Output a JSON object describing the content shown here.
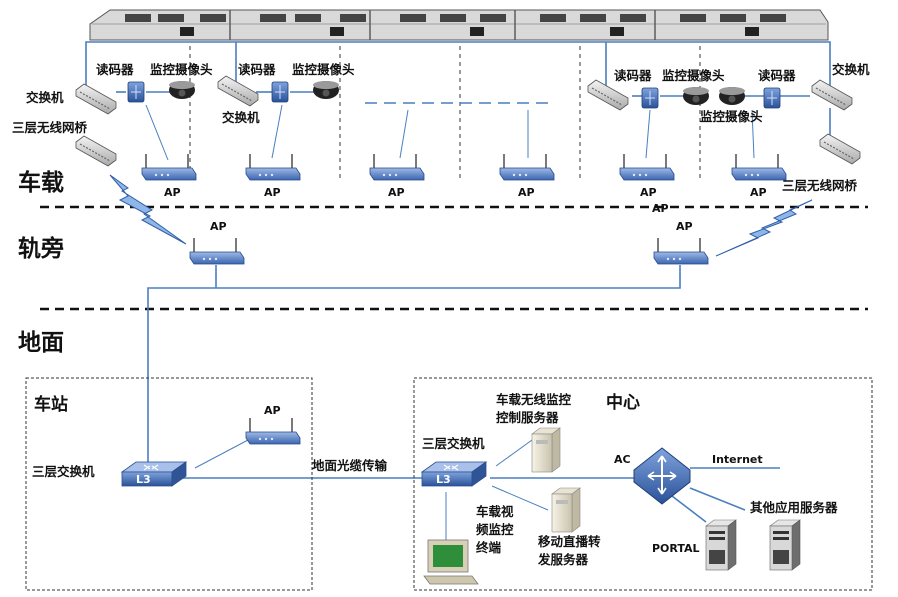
{
  "zones": {
    "vehicle": "车载",
    "trackside": "轨旁",
    "ground": "地面",
    "station": "车站",
    "center": "中心"
  },
  "labels": {
    "reader": "读码器",
    "camera": "监控摄像头",
    "switch": "交换机",
    "l3_bridge": "三层无线网桥",
    "ap": "AP",
    "l3_switch": "三层交换机",
    "fiber": "地面光缆传输",
    "ac": "AC",
    "internet": "Internet",
    "portal": "PORTAL",
    "l3_chip": "L3",
    "wireless_server_l1": "车载无线监控",
    "wireless_server_l2": "控制服务器",
    "terminal_l1": "车载视",
    "terminal_l2": "频监控",
    "terminal_l3": "终端",
    "live_server_l1": "移动直播转",
    "live_server_l2": "发服务器",
    "other_servers": "其他应用服务器"
  },
  "colors": {
    "link": "#4a7fc0",
    "device": "#2f5fa8",
    "dashed": "#111111"
  }
}
